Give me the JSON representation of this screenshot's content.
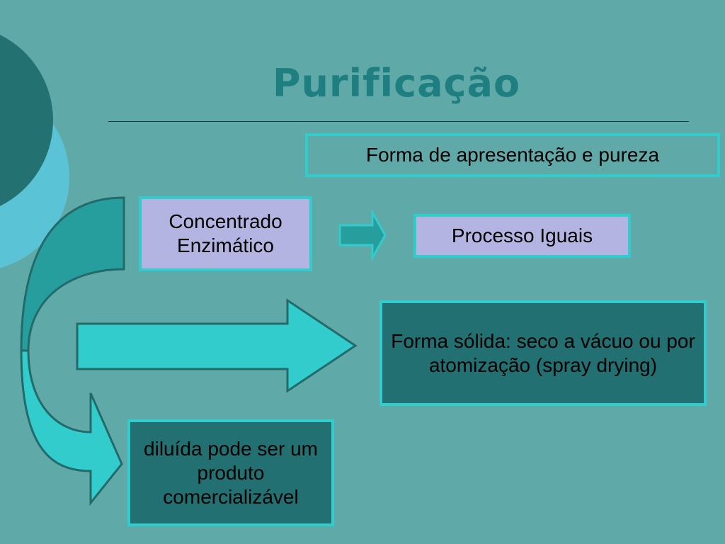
{
  "slide": {
    "title": "Purificação",
    "colors": {
      "background": "#5fa9a9",
      "title": "#1f7f80",
      "box_border": "#33cccc",
      "box_lavender": "#b4b4e3",
      "box_dark": "#227071",
      "arrow_fill": "#33cccc",
      "arrow_dark": "#279e9e",
      "circle_dark": "#237171",
      "circle_light": "#5bc3d6"
    },
    "boxes": {
      "forma": "Forma de apresentação e pureza",
      "concentrado": "Concentrado Enzimático",
      "processo": "Processo Iguais",
      "solida": "Forma sólida: seco a vácuo ou por atomização (spray drying)",
      "diluida": "diluída pode ser um produto comercializável"
    },
    "icons": [
      "right-arrow-icon",
      "curved-arrow-icon"
    ]
  }
}
